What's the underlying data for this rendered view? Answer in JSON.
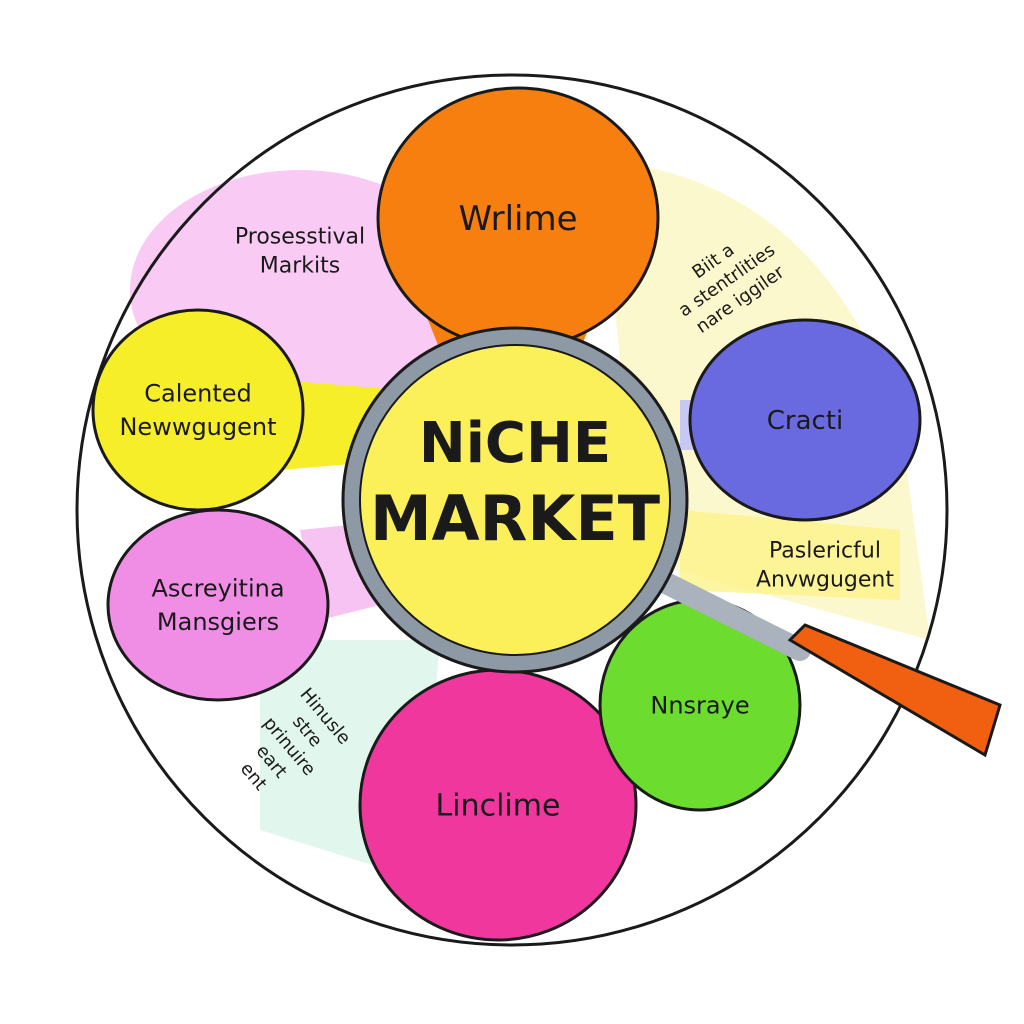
{
  "center": {
    "line1": "NiCHE",
    "line2": "MARKET",
    "icon": "magnifying-glass-icon"
  },
  "nodes": [
    {
      "id": "top",
      "label": [
        "Wrlime"
      ],
      "color": "#f77f10"
    },
    {
      "id": "right",
      "label": [
        "Cracti"
      ],
      "color": "#6a6ae0"
    },
    {
      "id": "left-yellow",
      "label": [
        "Calented",
        "Newwgugent"
      ],
      "color": "#f7ee2a"
    },
    {
      "id": "left-pink",
      "label": [
        "Ascreyitina",
        "Mansgiers"
      ],
      "color": "#f08ee6"
    },
    {
      "id": "bottom",
      "label": [
        "Linclime"
      ],
      "color": "#f0379e"
    },
    {
      "id": "green",
      "label": [
        "Nnsraye"
      ],
      "color": "#6cdc2e"
    }
  ],
  "free_labels": {
    "top_left": [
      "Prosesstival",
      "Markits"
    ],
    "top_right": [
      "Biit a",
      "a stentrlities",
      "nare iggiler"
    ],
    "right": [
      "Paslericful",
      "Anvwgugent"
    ],
    "bottom_left": [
      "Hinusle",
      "stre",
      "prinuire",
      "eart",
      "ent"
    ]
  },
  "colors": {
    "outline": "#1a1a1a",
    "handle": "#f06010",
    "lens": "#fbf05a"
  }
}
